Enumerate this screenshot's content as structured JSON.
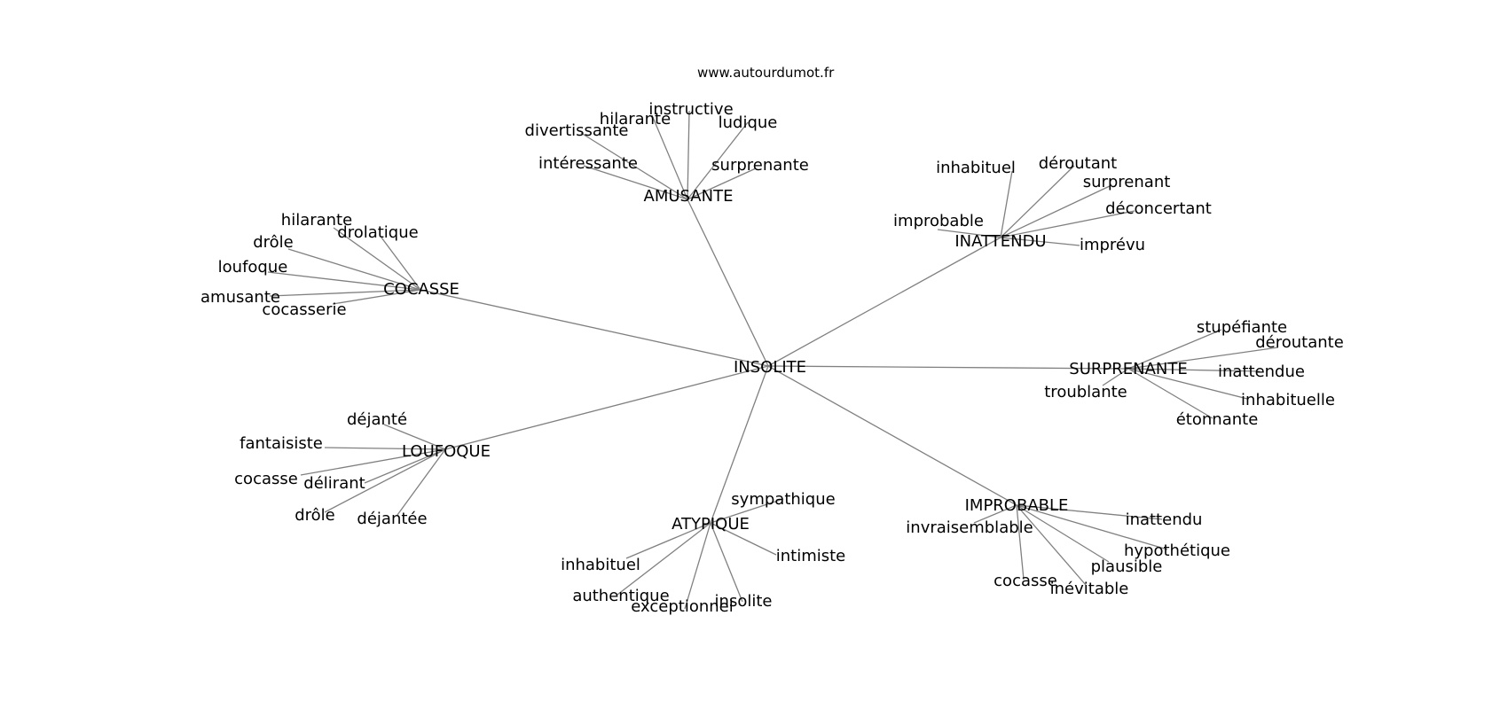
{
  "site": "www.autourdumot.fr",
  "graph": {
    "center": "INSOLITE",
    "clusters": [
      {
        "hub": "AMUSANTE",
        "words": [
          "divertissante",
          "hilarante",
          "instructive",
          "ludique",
          "intéressante",
          "surprenante"
        ]
      },
      {
        "hub": "INATTENDU",
        "words": [
          "inhabituel",
          "déroutant",
          "surprenant",
          "déconcertant",
          "improbable",
          "imprévu"
        ]
      },
      {
        "hub": "COCASSE",
        "words": [
          "hilarante",
          "drolatique",
          "drôle",
          "loufoque",
          "amusante",
          "cocasserie"
        ]
      },
      {
        "hub": "SURPRENANTE",
        "words": [
          "stupéfiante",
          "déroutante",
          "inattendue",
          "troublante",
          "inhabituelle",
          "étonnante"
        ]
      },
      {
        "hub": "LOUFOQUE",
        "words": [
          "déjanté",
          "fantaisiste",
          "cocasse",
          "délirant",
          "drôle",
          "déjantée"
        ]
      },
      {
        "hub": "ATYPIQUE",
        "words": [
          "sympathique",
          "inhabituel",
          "intimiste",
          "authentique",
          "exceptionnel",
          "insolite"
        ]
      },
      {
        "hub": "IMPROBABLE",
        "words": [
          "invraisemblable",
          "inattendu",
          "hypothétique",
          "plausible",
          "cocasse",
          "inévitable"
        ]
      }
    ]
  }
}
